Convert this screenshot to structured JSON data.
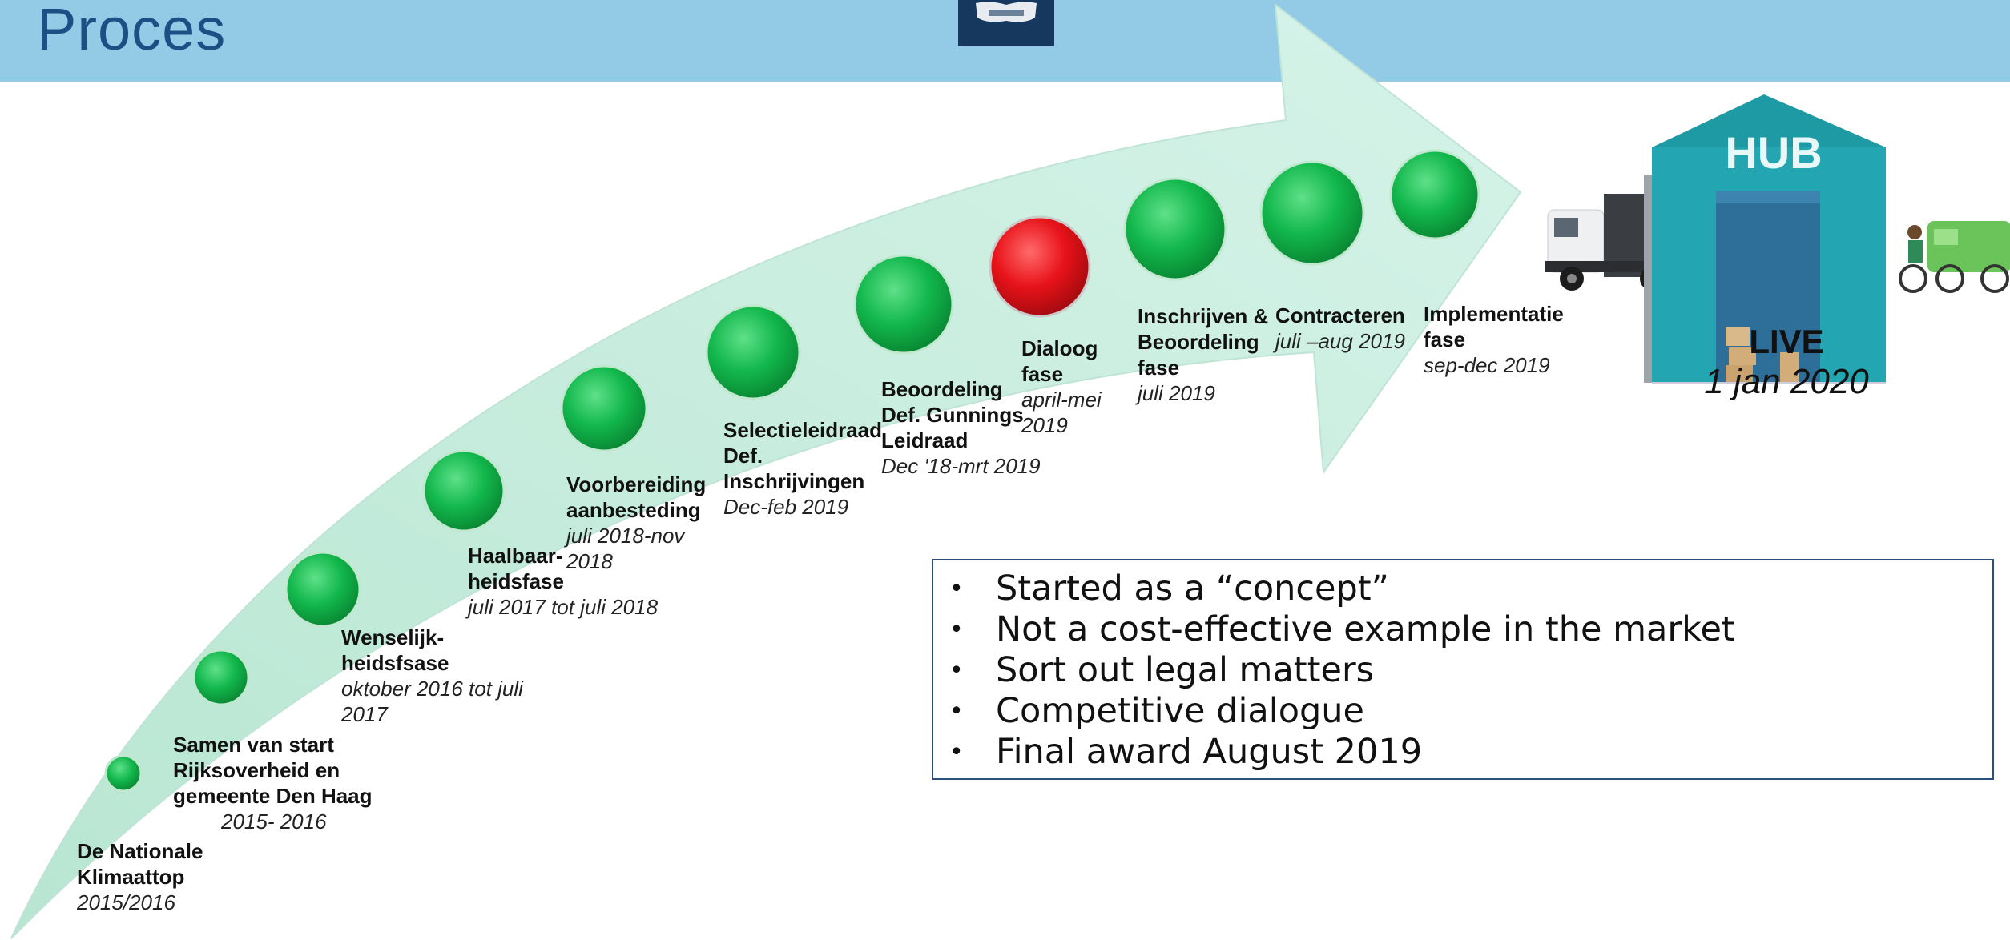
{
  "page": {
    "title": "Proces",
    "colors": {
      "header": "#93cbe7",
      "title": "#1e4f84",
      "logo": "#16375e",
      "arrow": "#cdeee3",
      "step_done": "#12b84c",
      "step_current": "#e8121a",
      "hub": "#23a6b1",
      "bullet_border": "#2b4f7d"
    }
  },
  "logo": {
    "icon": "coat-of-arms-icon"
  },
  "steps": [
    {
      "name": "De Nationale\nKlimaattop",
      "date": "2015/2016",
      "status": "done"
    },
    {
      "name": "Samen van start\nRijksoverheid en\ngemeente Den Haag",
      "date": "2015- 2016",
      "status": "done"
    },
    {
      "name": "Wenselijk-\nheidsfsase",
      "date": "oktober 2016 tot juli\n2017",
      "status": "done"
    },
    {
      "name": "Haalbaar-\nheidsfase",
      "date": "juli 2017 tot juli 2018",
      "status": "done"
    },
    {
      "name": "Voorbereiding\naanbesteding",
      "date": "juli 2018-nov\n2018",
      "status": "done"
    },
    {
      "name": "Selectieleidraad\nDef.\nInschrijvingen",
      "date": "Dec-feb 2019",
      "status": "done"
    },
    {
      "name": "Beoordeling\nDef. Gunnings\nLeidraad",
      "date": "Dec '18-mrt 2019",
      "status": "done"
    },
    {
      "name": "Dialoog\nfase",
      "date": "april-mei\n2019",
      "status": "current"
    },
    {
      "name": "Inschrijven &\nBeoordeling\nfase",
      "date": "juli 2019",
      "status": "done"
    },
    {
      "name": "Contracteren",
      "date": "juli –aug 2019",
      "status": "done"
    },
    {
      "name": "Implementatie\nfase",
      "date": "sep-dec 2019",
      "status": "done"
    }
  ],
  "hub": {
    "sign": "HUB",
    "icon": "hub-warehouse-icon"
  },
  "live": {
    "title": "LIVE",
    "date": "1 jan 2020"
  },
  "bullets": [
    "Started as a “concept”",
    "Not a cost-effective example in the market",
    "Sort out legal matters",
    "Competitive dialogue",
    "Final award August 2019"
  ]
}
